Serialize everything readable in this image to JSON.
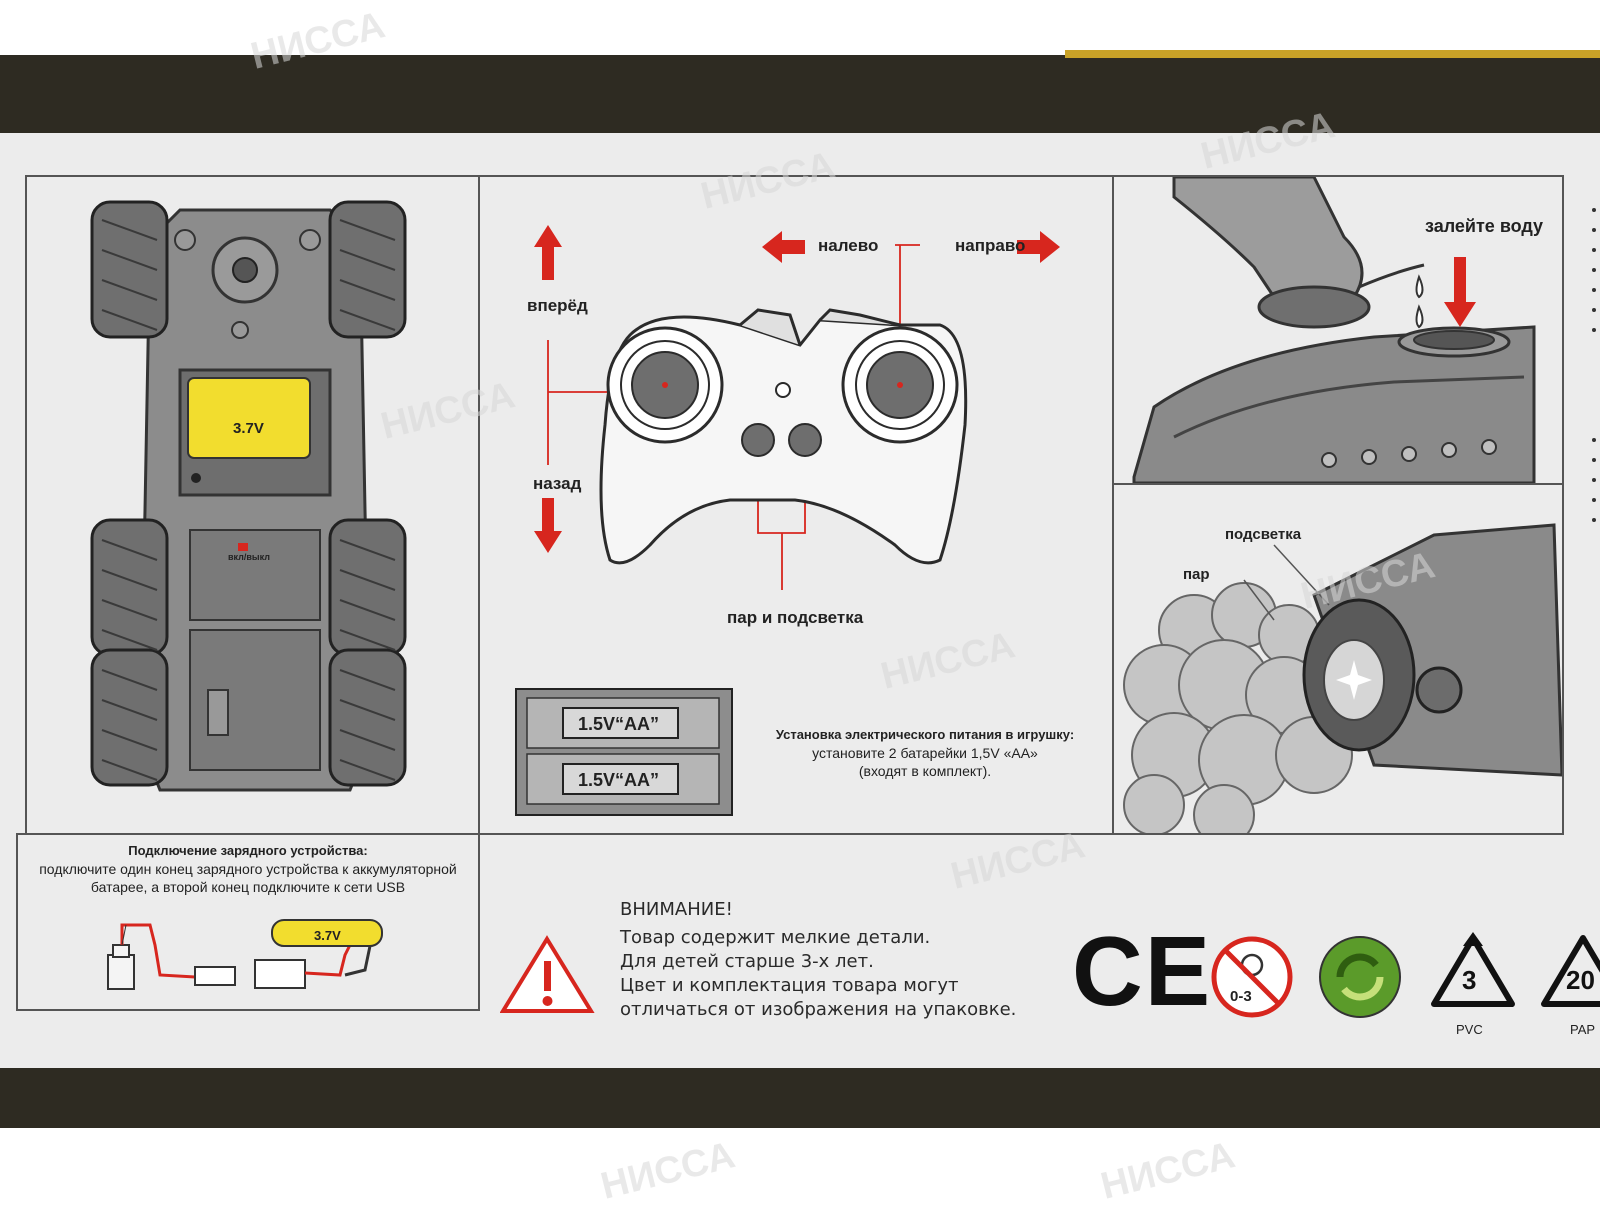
{
  "watermark": "НИССА",
  "chassis": {
    "battery_label": "3.7V",
    "switch_label": "вкл/выкл"
  },
  "remote": {
    "left": "налево",
    "right": "направо",
    "forward": "вперёд",
    "back": "назад",
    "steam_light": "пар и подсветка"
  },
  "water": {
    "pour_label": "залейте воду"
  },
  "steam_panel": {
    "light_label": "подсветка",
    "steam_label": "пар"
  },
  "batteries": {
    "cell1": "1.5V“AA”",
    "cell2": "1.5V“AA”",
    "title": "Установка электрического питания в игрушку:",
    "line1": "установите 2 батарейки 1,5V «AA»",
    "line2": "(входят в комплект)."
  },
  "charging": {
    "title": "Подключение зарядного устройства:",
    "line1": "подключите один конец зарядного устройства к аккумуляторной",
    "line2": "батарее, а второй конец подключите к сети USB",
    "battery_label": "3.7V"
  },
  "warning": {
    "title": "ВНИМАНИЕ!",
    "line1": "Товар содержит мелкие детали.",
    "line2": "Для детей старше 3-х лет.",
    "line3": "Цвет и комплектация товара могут",
    "line4": "отличаться от изображения на упаковке."
  },
  "symbols": {
    "ce": "CE",
    "age": "0-3",
    "pvc_num": "3",
    "pvc": "PVC",
    "pap_num": "20",
    "pap": "PAP"
  },
  "colors": {
    "arrow_red": "#d7261e",
    "battery_yellow": "#f2dd2e",
    "band_dark": "#2e2b22",
    "green_dot": "#5b9b2a"
  }
}
